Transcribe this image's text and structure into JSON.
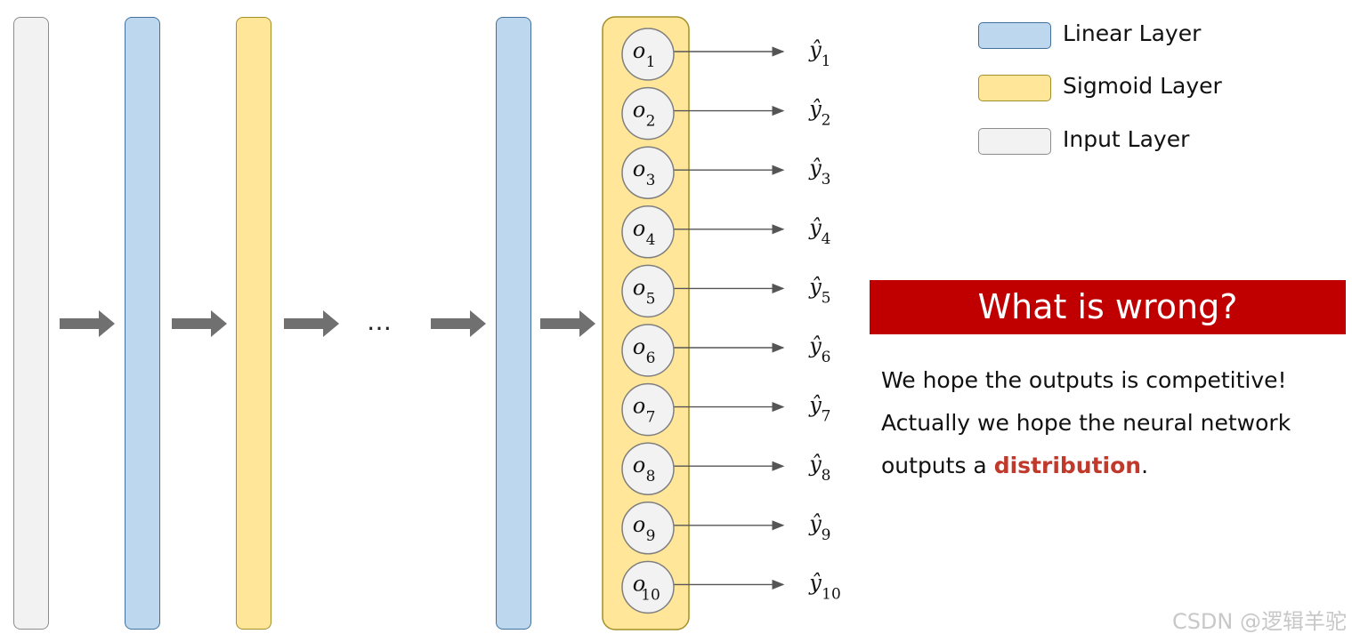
{
  "network": {
    "ellipsis": "…",
    "outputs": [
      {
        "node": "o",
        "sub": "1",
        "y": "ŷ",
        "ysub": "1"
      },
      {
        "node": "o",
        "sub": "2",
        "y": "ŷ",
        "ysub": "2"
      },
      {
        "node": "o",
        "sub": "3",
        "y": "ŷ",
        "ysub": "3"
      },
      {
        "node": "o",
        "sub": "4",
        "y": "ŷ",
        "ysub": "4"
      },
      {
        "node": "o",
        "sub": "5",
        "y": "ŷ",
        "ysub": "5"
      },
      {
        "node": "o",
        "sub": "6",
        "y": "ŷ",
        "ysub": "6"
      },
      {
        "node": "o",
        "sub": "7",
        "y": "ŷ",
        "ysub": "7"
      },
      {
        "node": "o",
        "sub": "8",
        "y": "ŷ",
        "ysub": "8"
      },
      {
        "node": "o",
        "sub": "9",
        "y": "ŷ",
        "ysub": "9"
      },
      {
        "node": "o",
        "sub": "10",
        "y": "ŷ",
        "ysub": "10"
      }
    ]
  },
  "legend": {
    "linear": "Linear Layer",
    "sigmoid": "Sigmoid Layer",
    "input": "Input Layer"
  },
  "colors": {
    "linear": "#bdd7ee",
    "sigmoid": "#ffe699",
    "input": "#f2f2f2",
    "banner": "#c00000",
    "highlight": "#c0392b"
  },
  "banner": {
    "title": "What is wrong?"
  },
  "text": {
    "line1": "We hope the outputs is competitive!",
    "line2": "Actually we hope the neural network",
    "line3_pre": "outputs a ",
    "line3_highlight": "distribution",
    "line3_post": "."
  },
  "watermark": "CSDN @逻辑羊驼"
}
